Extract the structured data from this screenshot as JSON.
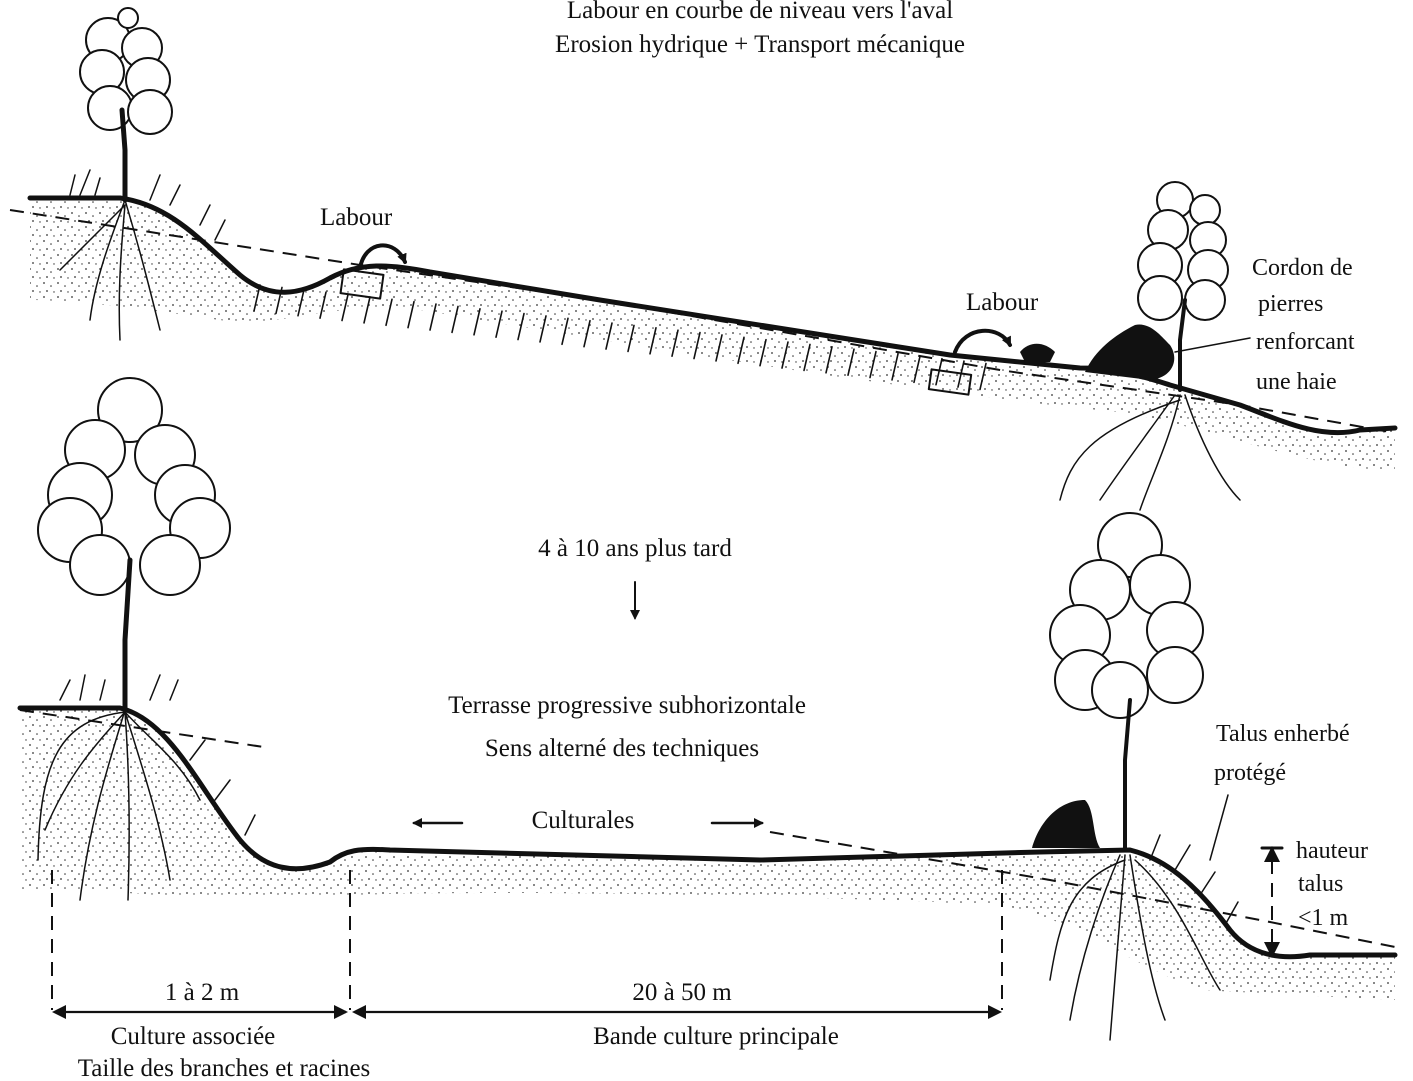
{
  "top": {
    "title_line1": "Labour en courbe de niveau vers l'aval",
    "title_line2": "Erosion hydrique + Transport mécanique",
    "labour_left": "Labour",
    "labour_right": "Labour",
    "hedge_label": [
      "Cordon de",
      "pierres",
      "renforcant",
      "une haie"
    ]
  },
  "middle": {
    "time_label": "4 à 10 ans plus tard"
  },
  "bottom": {
    "title_line1": "Terrasse progressive subhorizontale",
    "title_line2": "Sens alterné des techniques",
    "culturales": "Culturales",
    "talus_label": [
      "Talus enherbé",
      "protégé"
    ],
    "height_label": [
      "hauteur",
      "talus",
      "<1 m"
    ],
    "dim_small": "1 à 2 m",
    "dim_large": "20 à 50 m",
    "caption_left_1": "Culture associée",
    "caption_left_2": "Taille des branches et racines",
    "caption_right": "Bande culture principale"
  }
}
